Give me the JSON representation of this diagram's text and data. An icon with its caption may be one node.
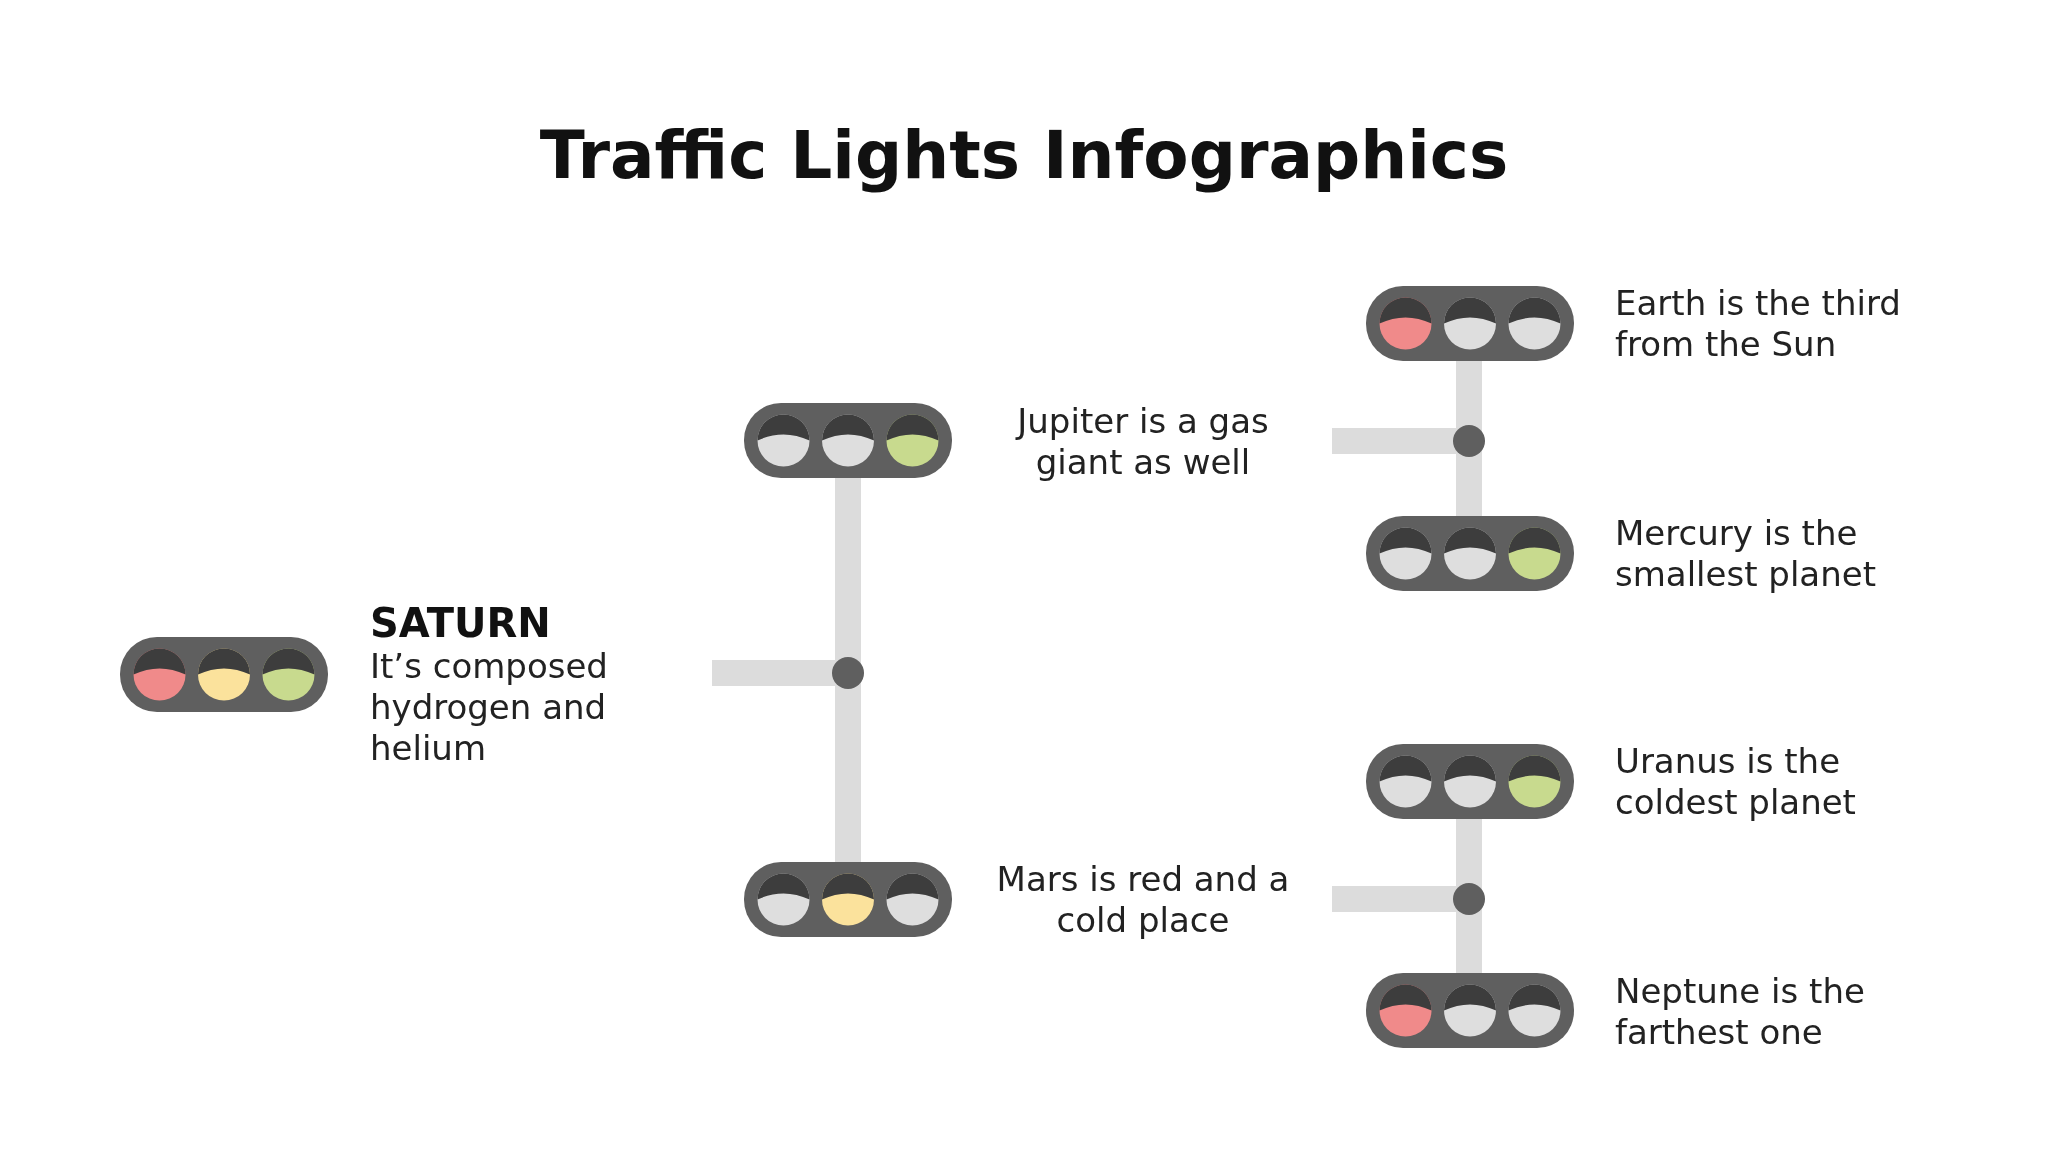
{
  "diagram": {
    "title": "Traffic Lights Infographics",
    "nodes": [
      {
        "text": [],
        "shape": "box",
        "beside": [
          "SATURN",
          "It’s composed hydrogen and helium"
        ]
      },
      {
        "text": [],
        "shape": "box",
        "beside": [
          "Jupiter is a gas giant as well"
        ]
      },
      {
        "text": [],
        "shape": "box",
        "beside": [
          "Mars is red and a cold place"
        ]
      },
      {
        "text": [],
        "shape": "box",
        "beside": [
          "Earth is the third from the Sun"
        ]
      },
      {
        "text": [],
        "shape": "box",
        "beside": [
          "Mercury is the smallest planet"
        ]
      },
      {
        "text": [],
        "shape": "box",
        "beside": [
          "Uranus is the coldest planet"
        ]
      },
      {
        "text": [],
        "shape": "box",
        "beside": [
          "Neptune is the farthest one"
        ]
      }
    ],
    "edges": [
      {
        "from": null,
        "to": 1,
        "arrow": "none"
      },
      {
        "from": null,
        "to": 2,
        "arrow": "none"
      },
      {
        "from": null,
        "to": 3,
        "arrow": "none"
      },
      {
        "from": null,
        "to": 4,
        "arrow": "none"
      },
      {
        "from": null,
        "to": 5,
        "arrow": "none"
      },
      {
        "from": null,
        "to": 6,
        "arrow": "none"
      }
    ]
  }
}
